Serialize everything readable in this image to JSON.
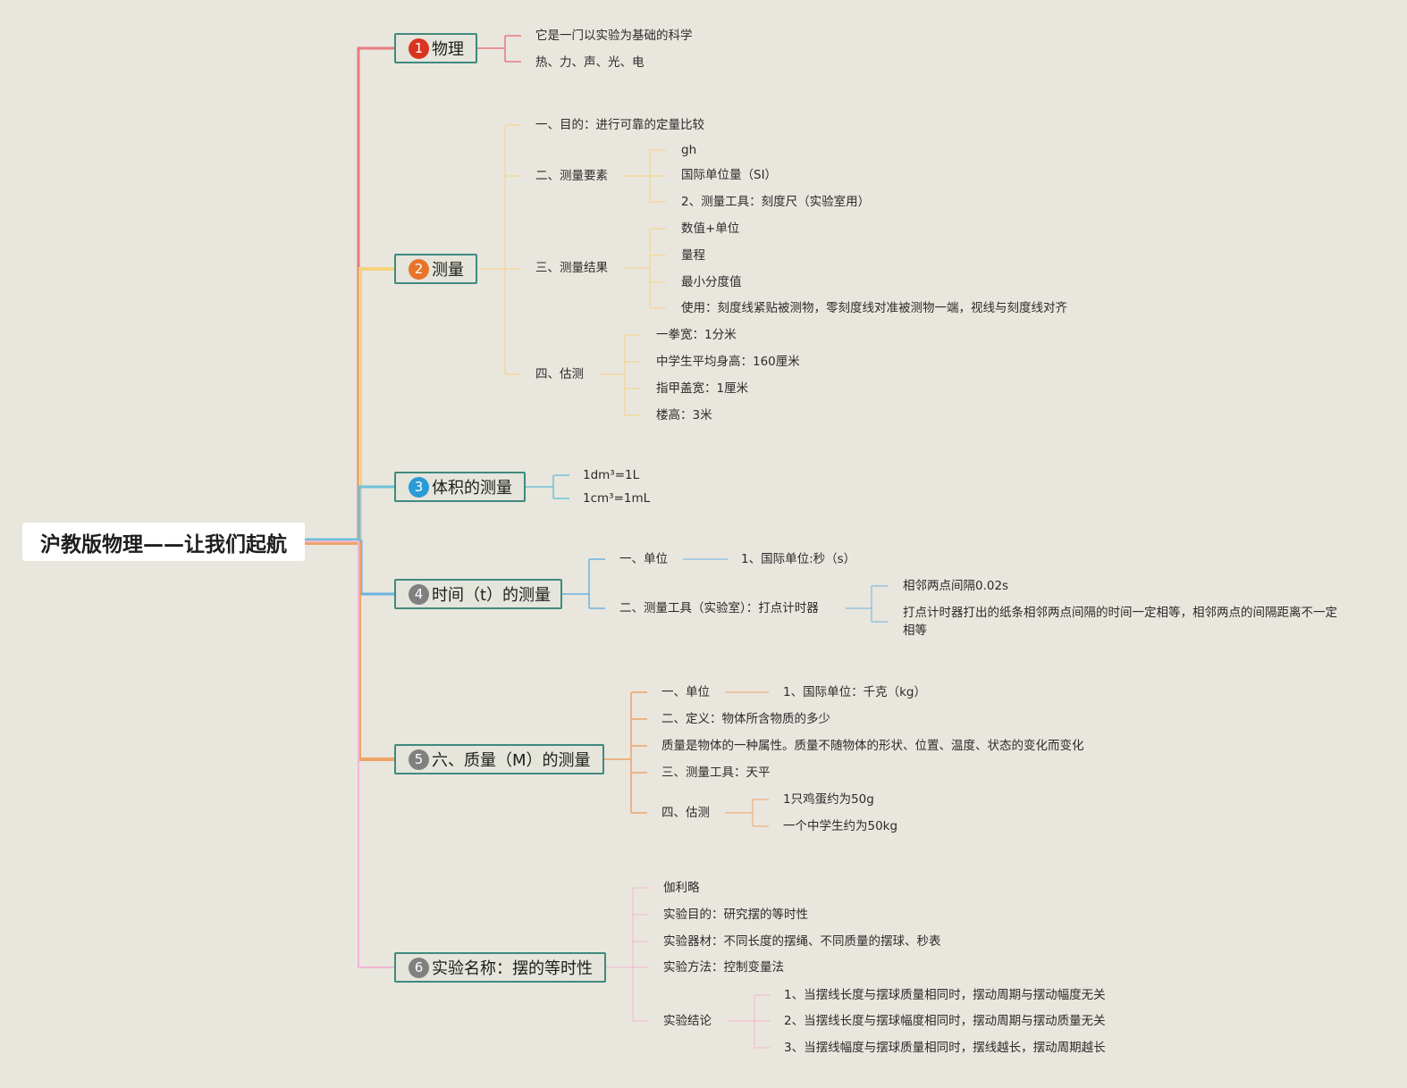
{
  "root": {
    "label": "沪教版物理——让我们起航"
  },
  "colors": {
    "background": "#e9e6de",
    "topic_border": "#3f8a7f",
    "branch_1": "#e87a7f",
    "branch_2": "#f7d27e",
    "branch_3": "#6fc3d6",
    "branch_4": "#6ab3e0",
    "branch_5": "#eea467",
    "branch_6": "#f3b6d4"
  },
  "topics": [
    {
      "number": "1",
      "badge_color": "#d9341f",
      "label": "物理",
      "children": [
        "它是一门以实验为基础的科学",
        "热、力、声、光、电"
      ]
    },
    {
      "number": "2",
      "badge_color": "#e8742a",
      "label": "测量",
      "sub": [
        {
          "label": "一、目的：进行可靠的定量比较"
        },
        {
          "label": "二、测量要素",
          "children": [
            "gh",
            "国际单位量（SI）",
            "2、测量工具：刻度尺（实验室用）"
          ]
        },
        {
          "label": "三、测量结果",
          "children": [
            "数值+单位",
            "量程",
            "最小分度值",
            "使用：刻度线紧贴被测物，零刻度线对准被测物一端，视线与刻度线对齐"
          ]
        },
        {
          "label": "四、估测",
          "children": [
            "一拳宽：1分米",
            "中学生平均身高：160厘米",
            "指甲盖宽：1厘米",
            "楼高：3米"
          ]
        }
      ]
    },
    {
      "number": "3",
      "badge_color": "#2b9ad8",
      "label": "体积的测量",
      "children": [
        "1dm³=1L",
        "1cm³=1mL"
      ]
    },
    {
      "number": "4",
      "badge_color": "#808080",
      "label": "时间（t）的测量",
      "sub": [
        {
          "label": "一、单位",
          "children": [
            "1、国际单位:秒（s）"
          ]
        },
        {
          "label": "二、测量工具（实验室）：打点计时器",
          "children": [
            "相邻两点间隔0.02s",
            "打点计时器打出的纸条相邻两点间隔的时间一定相等，相邻两点的间隔距离不一定相等"
          ]
        }
      ]
    },
    {
      "number": "5",
      "badge_color": "#808080",
      "label": "六、质量（M）的测量",
      "sub": [
        {
          "label": "一、单位",
          "children": [
            "1、国际单位：千克（kg）"
          ]
        },
        {
          "label": "二、定义：物体所含物质的多少"
        },
        {
          "label": "质量是物体的一种属性。质量不随物体的形状、位置、温度、状态的变化而变化"
        },
        {
          "label": "三、测量工具：天平"
        },
        {
          "label": "四、估测",
          "children": [
            "1只鸡蛋约为50g",
            "一个中学生约为50kg"
          ]
        }
      ]
    },
    {
      "number": "6",
      "badge_color": "#808080",
      "label": "实验名称：摆的等时性",
      "sub": [
        {
          "label": "伽利略"
        },
        {
          "label": "实验目的：研究摆的等时性"
        },
        {
          "label": "实验器材：不同长度的摆绳、不同质量的摆球、秒表"
        },
        {
          "label": "实验方法：控制变量法"
        },
        {
          "label": "实验结论",
          "children": [
            "1、当摆线长度与摆球质量相同时，摆动周期与摆动幅度无关",
            "2、当摆线长度与摆球幅度相同时，摆动周期与摆动质量无关",
            "3、当摆线幅度与摆球质量相同时，摆线越长，摆动周期越长"
          ]
        }
      ]
    }
  ]
}
